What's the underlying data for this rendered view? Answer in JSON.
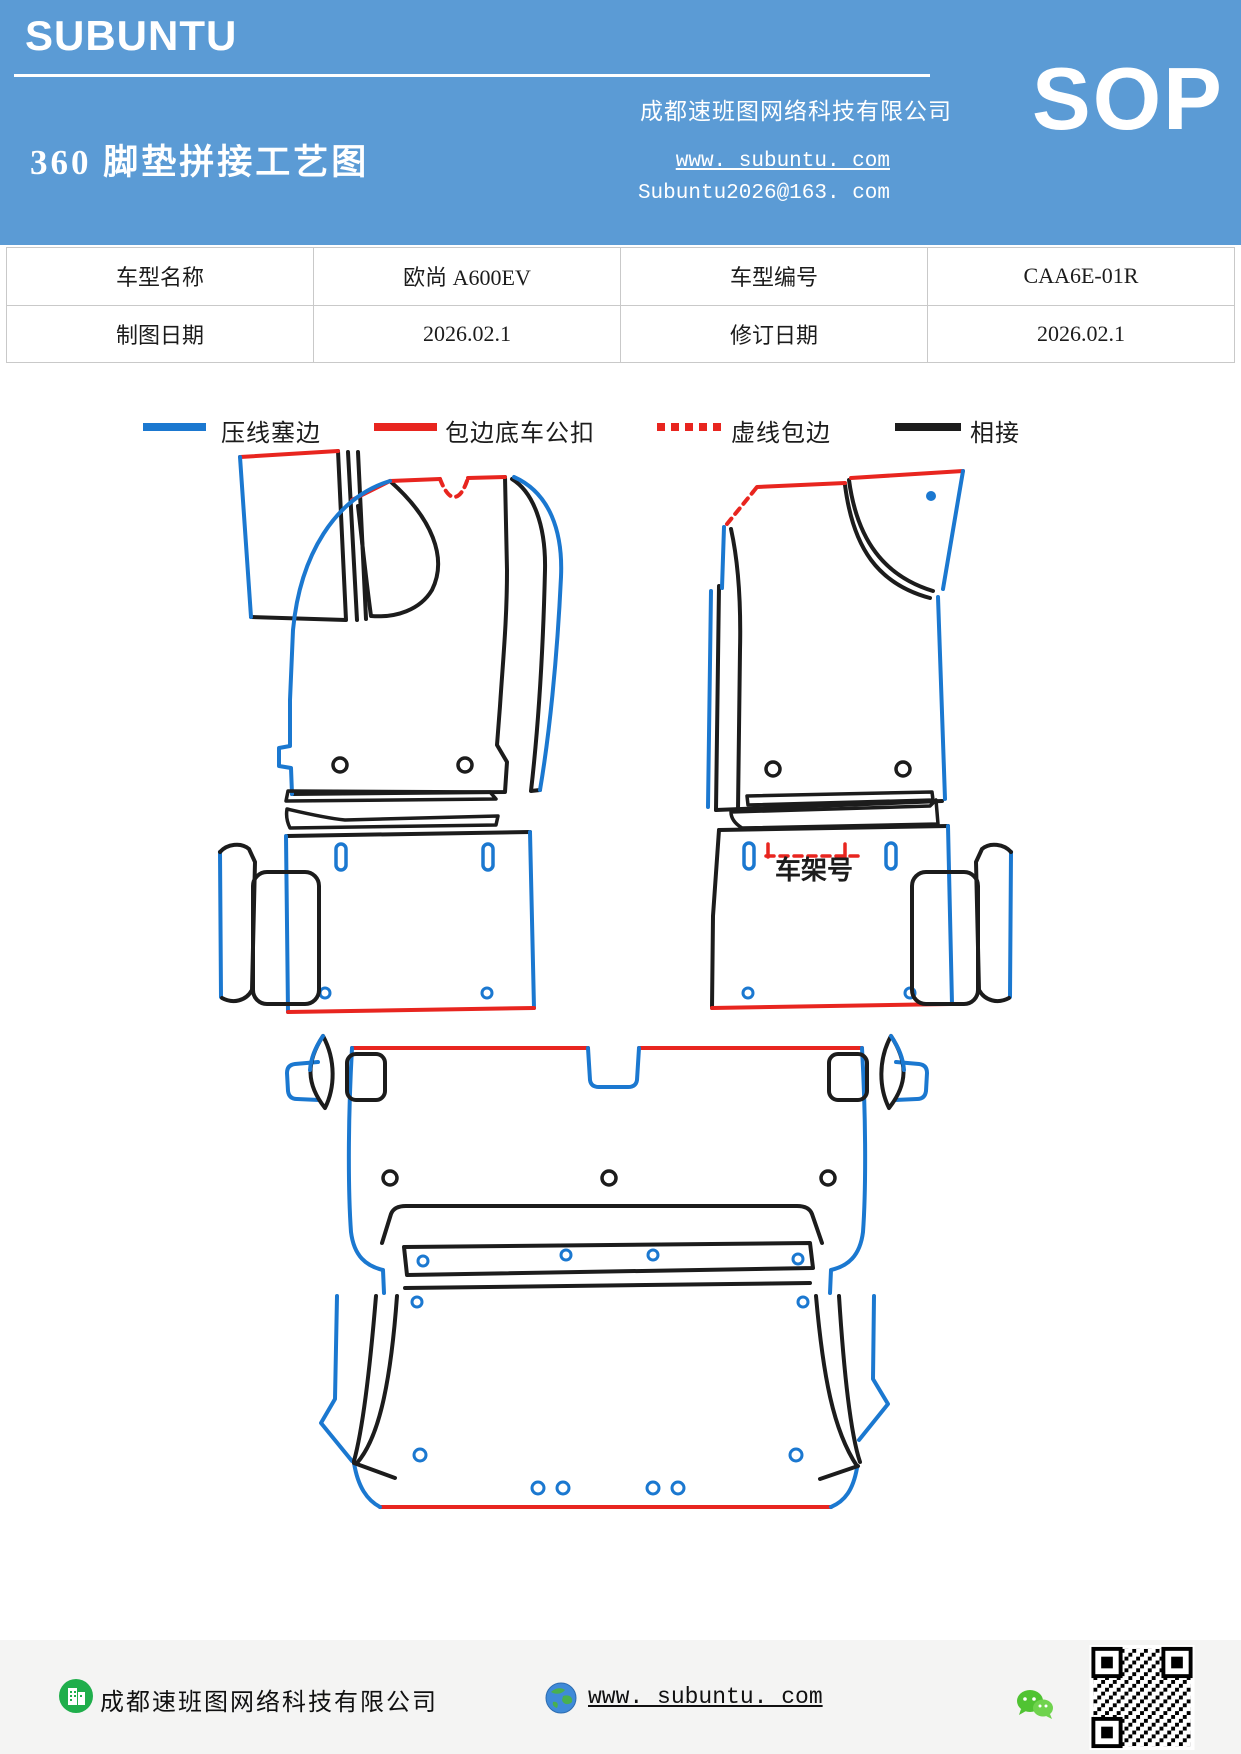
{
  "colors": {
    "header_bg": "#5b9bd5",
    "line_blue": "#1b78d0",
    "line_red": "#e8251f",
    "line_black": "#1c1c1c"
  },
  "header": {
    "brand": "SUBUNTU",
    "title": "360 脚垫拼接工艺图",
    "company": "成都速班图网络科技有限公司",
    "website": "www. subuntu. com",
    "email": "Subuntu2026@163. com",
    "sop": "SOP"
  },
  "table": {
    "rows": [
      {
        "cells": [
          "车型名称",
          "欧尚 A600EV",
          "车型编号",
          "CAA6E-01R"
        ]
      },
      {
        "cells": [
          "制图日期",
          "2026.02.1",
          "修订日期",
          "2026.02.1"
        ]
      }
    ]
  },
  "legend": {
    "items": [
      {
        "label": "压线塞边",
        "style": "solid",
        "color": "#1b78d0"
      },
      {
        "label": "包边底车公扣",
        "style": "solid",
        "color": "#e8251f"
      },
      {
        "label": "虚线包边",
        "style": "dashed",
        "color": "#e8251f"
      },
      {
        "label": "相接",
        "style": "solid",
        "color": "#1c1c1c"
      }
    ]
  },
  "drawing": {
    "vin_label": "车架号"
  },
  "footer": {
    "company": "成都速班图网络科技有限公司",
    "website": "www. subuntu. com"
  }
}
